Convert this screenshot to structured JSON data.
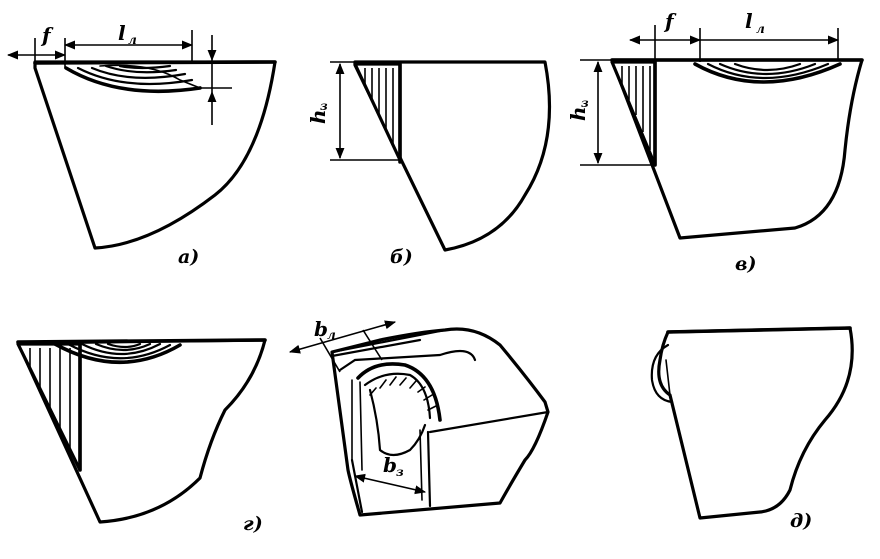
{
  "labels": {
    "f": "f",
    "l": "l",
    "l_sub": "л",
    "h": "h",
    "h_sub": "з",
    "b": "b",
    "b_sub_top": "л",
    "b_sub_bottom": "з"
  },
  "captions": {
    "a": "а)",
    "b": "б)",
    "v": "в)",
    "g": "г)",
    "d": "д)"
  }
}
